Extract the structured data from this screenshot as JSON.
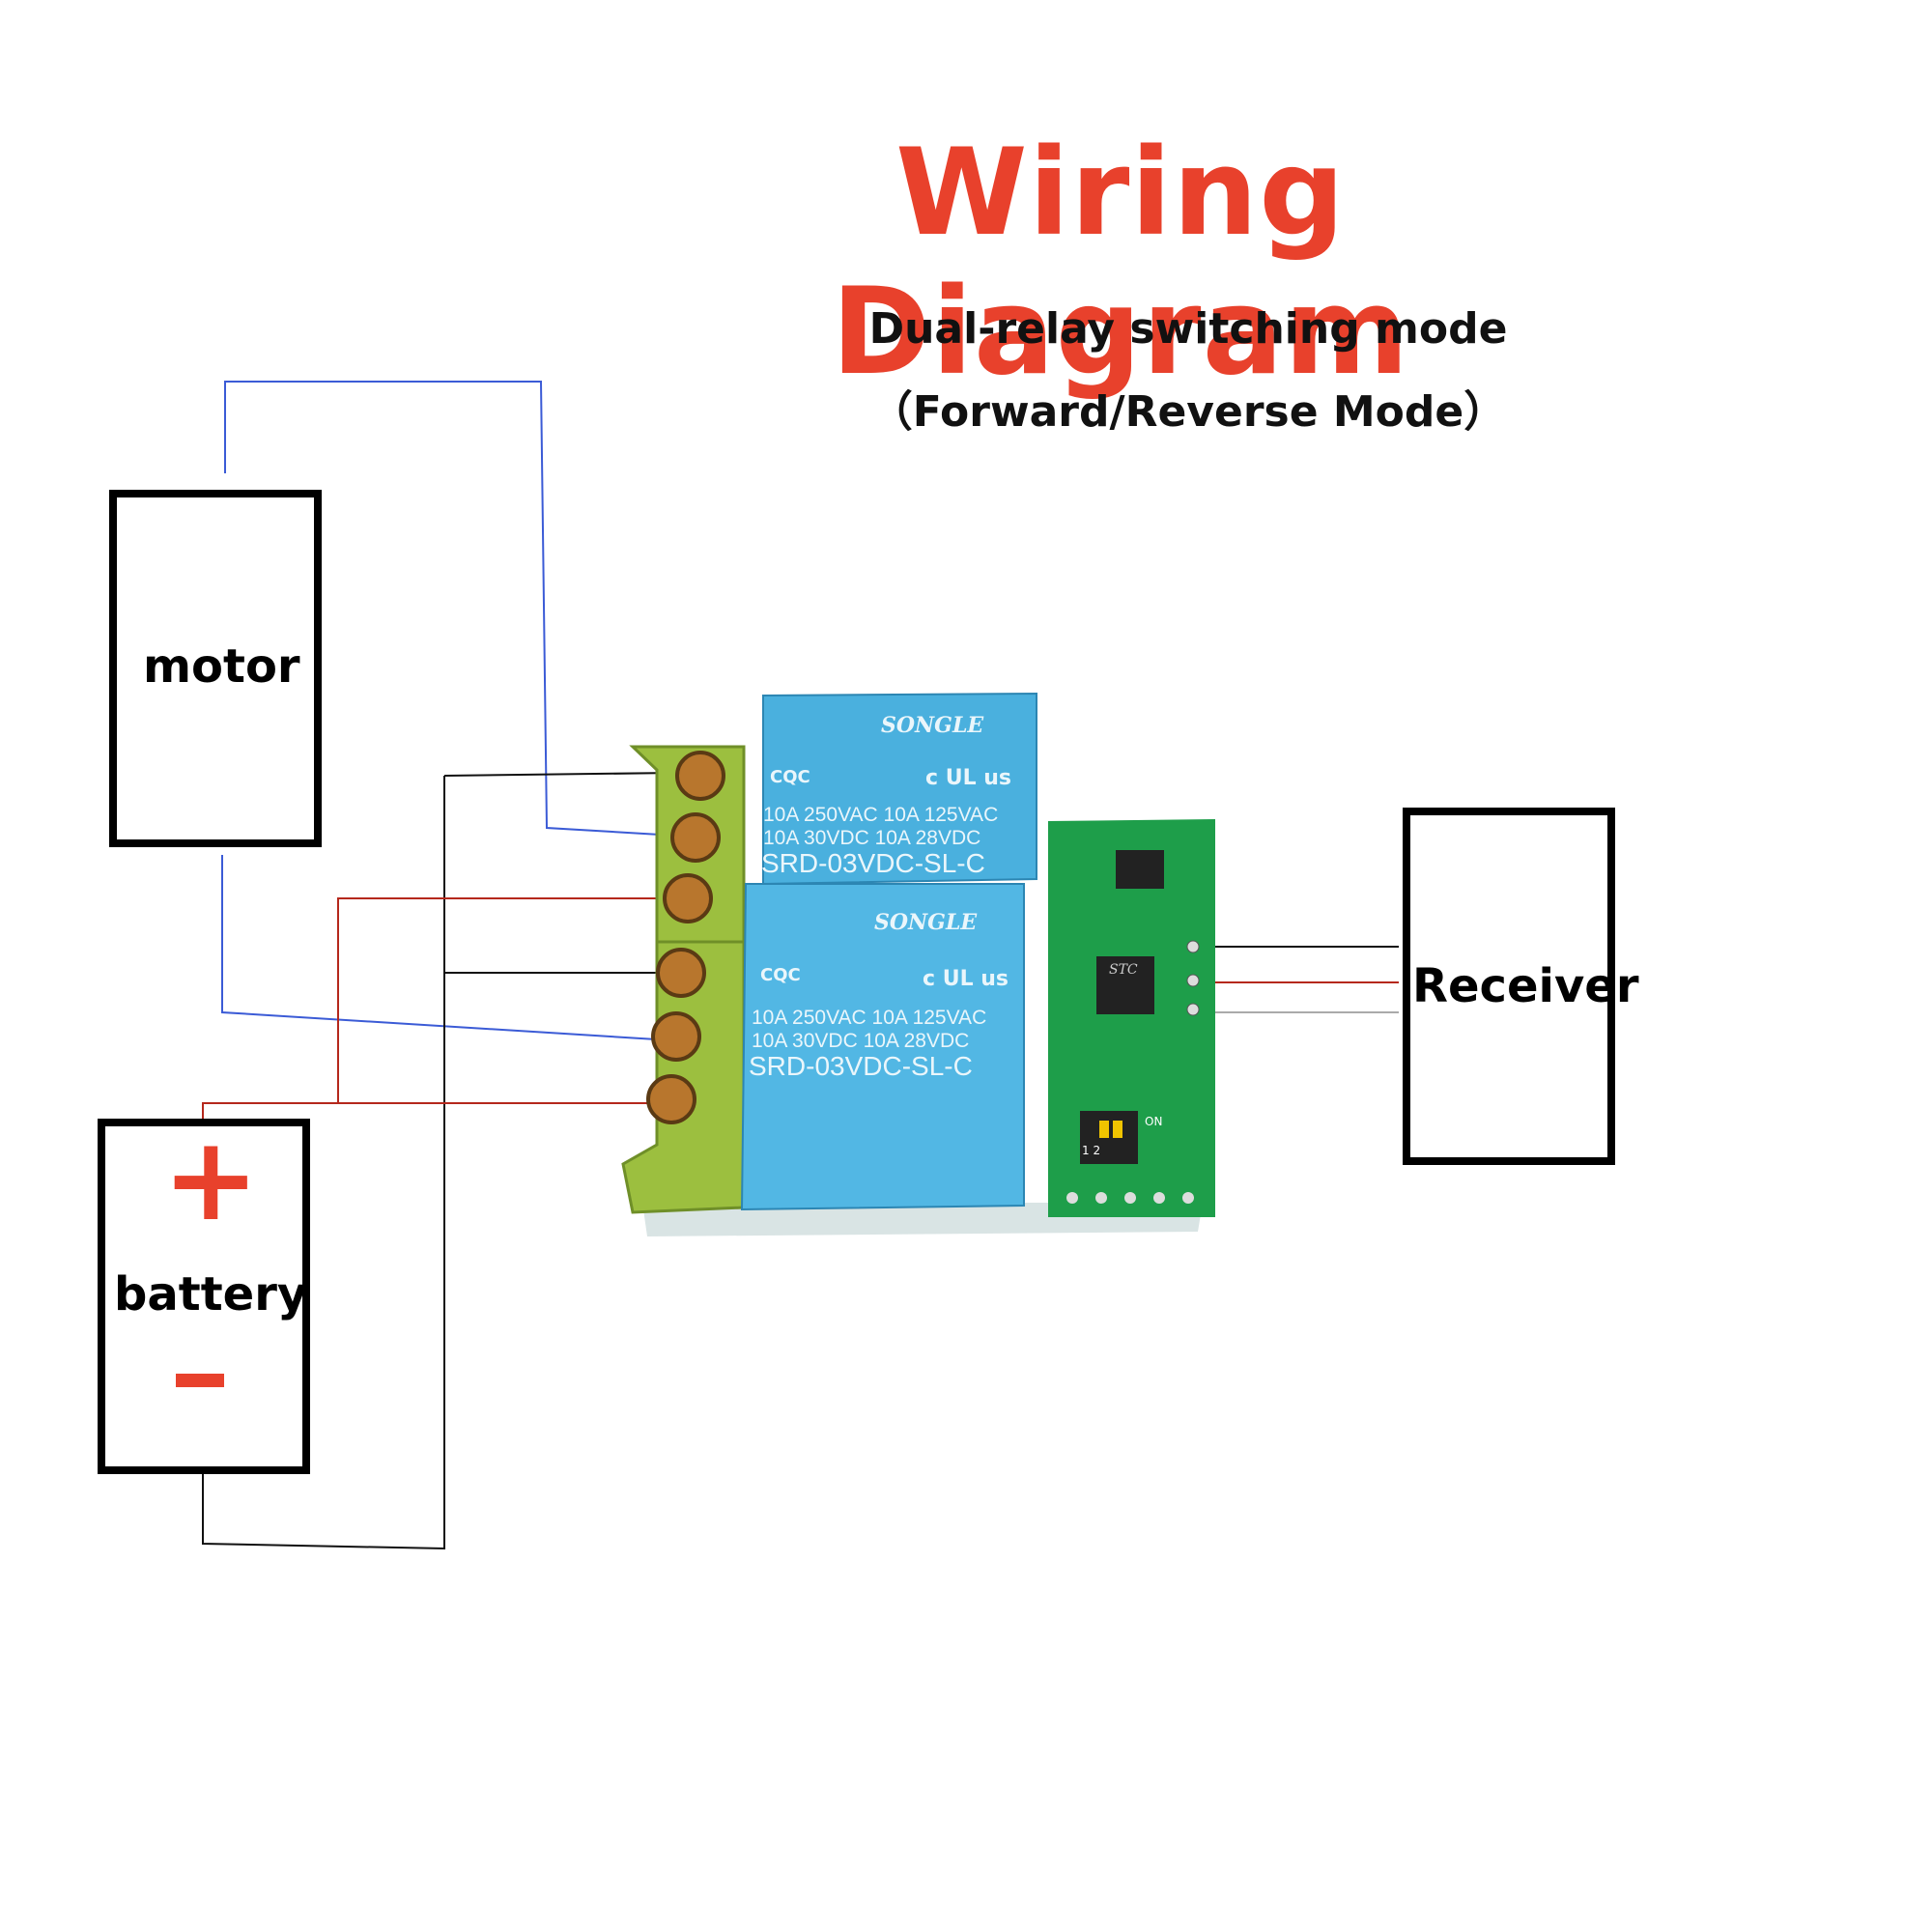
{
  "title": "Wiring Diagram",
  "subtitle_line1": "Dual-relay switching mode",
  "subtitle_line2": "（Forward/Reverse Mode）",
  "components": {
    "motor": "motor",
    "battery": "battery",
    "receiver": "Receiver",
    "battery_plus": "+",
    "battery_minus": "-"
  },
  "relay": {
    "brand": "SONGLE",
    "cert": "CQC",
    "ul": "c UL us",
    "ratings_line1": "10A 250VAC  10A 125VAC",
    "ratings_line2": "10A  30VDC  10A  28VDC",
    "model": "SRD-03VDC-SL-C"
  },
  "board": {
    "chip": "STC",
    "dip_label": "ON",
    "dip_numbers": "1 2"
  },
  "colors": {
    "title": "#e8412c",
    "wire_blue": "#3b5bd6",
    "wire_red": "#b5281c",
    "wire_black": "#111111",
    "terminal": "#9cbf3f",
    "relay": "#4ab0de",
    "pcb": "#1e9e4a"
  }
}
